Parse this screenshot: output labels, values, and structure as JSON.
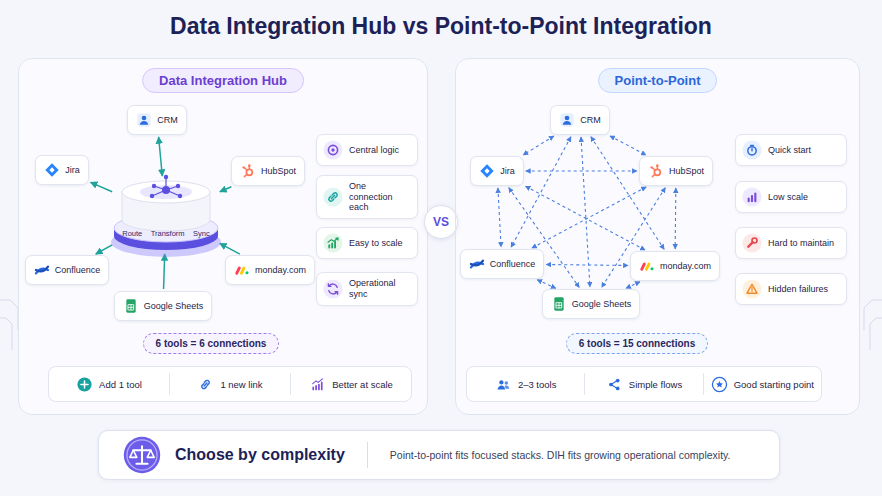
{
  "diagram": {
    "title": "Data Integration Hub vs Point-to-Point Integration",
    "nodes": [
      {
        "text": [
          "Data Integration Hub"
        ]
      },
      {
        "text": [
          "Route",
          "Transform",
          "Sync"
        ],
        "in": 0
      },
      {
        "text": [
          "CRM"
        ],
        "in": 0
      },
      {
        "text": [
          "Jira"
        ],
        "in": 0
      },
      {
        "text": [
          "HubSpot"
        ],
        "in": 0
      },
      {
        "text": [
          "Confluence"
        ],
        "in": 0
      },
      {
        "text": [
          "monday.com"
        ],
        "in": 0
      },
      {
        "text": [
          "Google Sheets"
        ],
        "in": 0
      },
      {
        "text": [
          "Central logic"
        ],
        "in": 0
      },
      {
        "text": [
          "One connection each"
        ],
        "in": 0
      },
      {
        "text": [
          "Easy to scale"
        ],
        "in": 0
      },
      {
        "text": [
          "Operational sync"
        ],
        "in": 0
      },
      {
        "text": [
          "6 tools = 6 connections"
        ],
        "in": 0
      },
      {
        "text": [
          "Add 1 tool",
          "1 new link",
          "Better at scale"
        ],
        "in": 0
      },
      {
        "text": [
          "VS"
        ]
      },
      {
        "text": [
          "Point-to-Point"
        ]
      },
      {
        "text": [
          "CRM"
        ],
        "in": 15
      },
      {
        "text": [
          "Jira"
        ],
        "in": 15
      },
      {
        "text": [
          "HubSpot"
        ],
        "in": 15
      },
      {
        "text": [
          "Confluence"
        ],
        "in": 15
      },
      {
        "text": [
          "monday.com"
        ],
        "in": 15
      },
      {
        "text": [
          "Google Sheets"
        ],
        "in": 15
      },
      {
        "text": [
          "Quick start"
        ],
        "in": 15
      },
      {
        "text": [
          "Low scale"
        ],
        "in": 15
      },
      {
        "text": [
          "Hard to maintain"
        ],
        "in": 15
      },
      {
        "text": [
          "Hidden failures"
        ],
        "in": 15
      },
      {
        "text": [
          "6 tools = 15 connections"
        ],
        "in": 15
      },
      {
        "text": [
          "2–3 tools",
          "Simple flows",
          "Good starting point"
        ],
        "in": 15
      },
      {
        "text": [
          "Choose by complexity",
          "Point-to-point fits focused stacks. DIH fits growing operational complexity."
        ]
      }
    ],
    "edges": [
      {
        "from": 2,
        "to": 1,
        "arrow": "both"
      },
      {
        "from": 1,
        "to": 3,
        "arrow": "to"
      },
      {
        "from": 1,
        "to": 5,
        "arrow": "to"
      },
      {
        "from": 4,
        "to": 1,
        "arrow": "to"
      },
      {
        "from": 6,
        "to": 1,
        "arrow": "to"
      },
      {
        "from": 7,
        "to": 1,
        "arrow": "to"
      },
      {
        "from": 16,
        "to": 17,
        "arrow": "both"
      },
      {
        "from": 16,
        "to": 18,
        "arrow": "both"
      },
      {
        "from": 16,
        "to": 19,
        "arrow": "both"
      },
      {
        "from": 16,
        "to": 20,
        "arrow": "both"
      },
      {
        "from": 16,
        "to": 21,
        "arrow": "both"
      },
      {
        "from": 17,
        "to": 18,
        "arrow": "both"
      },
      {
        "from": 17,
        "to": 19,
        "arrow": "both"
      },
      {
        "from": 17,
        "to": 20,
        "arrow": "both"
      },
      {
        "from": 17,
        "to": 21,
        "arrow": "both"
      },
      {
        "from": 18,
        "to": 19,
        "arrow": "both"
      },
      {
        "from": 18,
        "to": 20,
        "arrow": "both"
      },
      {
        "from": 18,
        "to": 21,
        "arrow": "both"
      },
      {
        "from": 19,
        "to": 20,
        "arrow": "both"
      },
      {
        "from": 19,
        "to": 21,
        "arrow": "both"
      },
      {
        "from": 20,
        "to": 21,
        "arrow": "both"
      }
    ]
  }
}
